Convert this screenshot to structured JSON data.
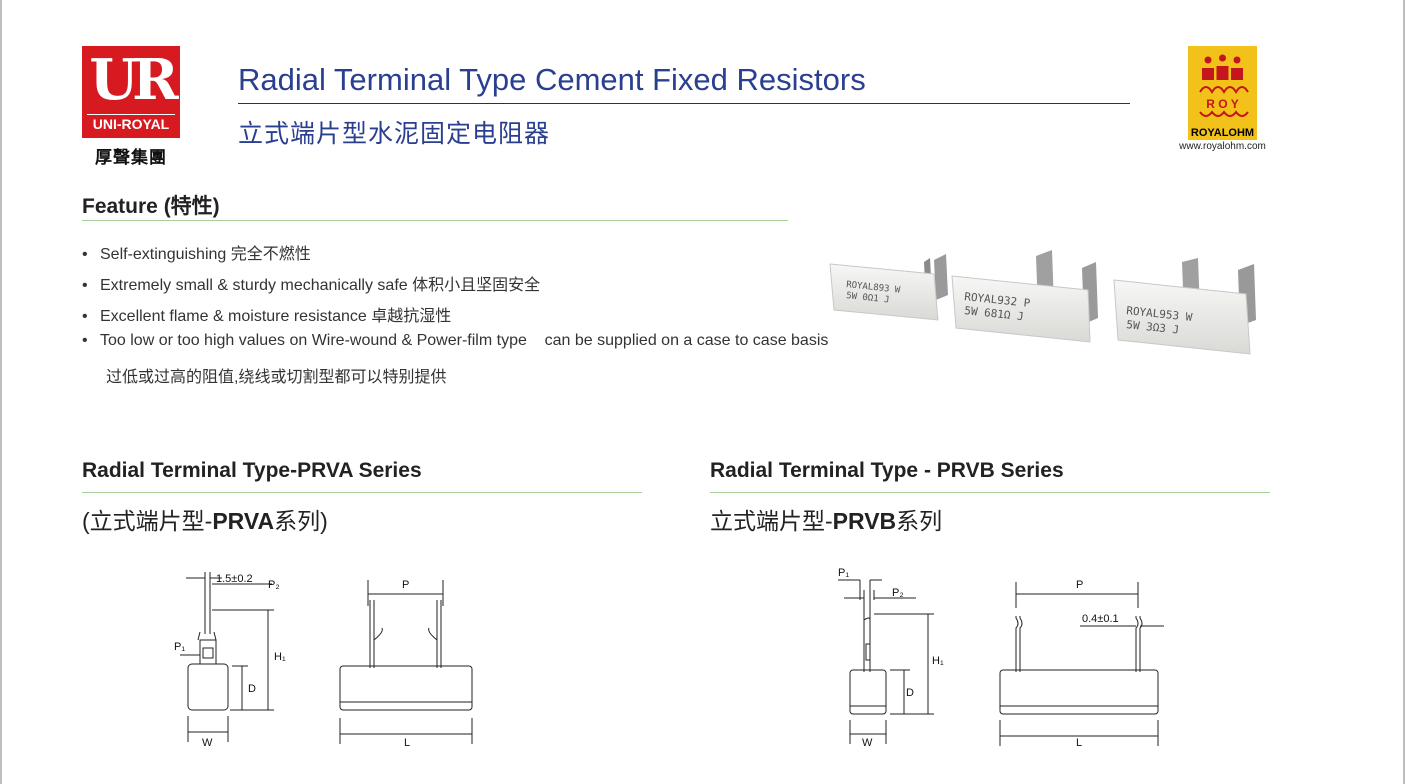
{
  "header": {
    "brand_left": {
      "mark": "UR",
      "name": "UNI-ROYAL",
      "chinese_name": "厚聲集團"
    },
    "title_en": "Radial Terminal Type Cement Fixed Resistors",
    "title_cn": "立式端片型水泥固定电阻器",
    "brand_right": {
      "name": "ROYALOHM",
      "url": "www.royalohm.com"
    }
  },
  "feature": {
    "heading": "Feature (特性)",
    "bullet": "•",
    "items": [
      "Self-extinguishing 完全不燃性",
      "Extremely small & sturdy mechanically safe 体积小且坚固安全",
      "Excellent flame & moisture resistance 卓越抗湿性",
      "Too low or too high values on Wire-wound & Power-film type    can be supplied on a case to case basis"
    ],
    "item4_continuation": "过低或过高的阻值,绕线或切割型都可以特别提供"
  },
  "photo_labels": [
    {
      "line1": "ROYAL893 W",
      "line2": "5W  0Ω1  J"
    },
    {
      "line1": "ROYAL932 P",
      "line2": "5W  681Ω J"
    },
    {
      "line1": "ROYAL953 W",
      "line2": "5W  3Ω3  J"
    }
  ],
  "prva": {
    "heading": "Radial  Terminal Type-PRVA Series",
    "subheading_pre": "(立式端片型-",
    "subheading_bold": "PRVA",
    "subheading_post": "系列)",
    "labels": {
      "pitch_w": "1.5±0.2",
      "p2": "P₂",
      "p1": "P₁",
      "h1": "H₁",
      "d": "D",
      "w": "W",
      "p": "P",
      "l": "L"
    }
  },
  "prvb": {
    "heading": "Radial Terminal Type - PRVB Series",
    "subheading_pre": "立式端片型-",
    "subheading_bold": "PRVB",
    "subheading_post": "系列",
    "labels": {
      "p1": "P₁",
      "p2": "P₂",
      "h1": "H₁",
      "d": "D",
      "w": "W",
      "p": "P",
      "lead": "0.4±0.1",
      "l": "L"
    }
  },
  "colors": {
    "title_blue": "#2a3f8f",
    "brand_red": "#d71920",
    "brand_gold": "#f2c21a",
    "rule_green": "#a7cf9a"
  }
}
